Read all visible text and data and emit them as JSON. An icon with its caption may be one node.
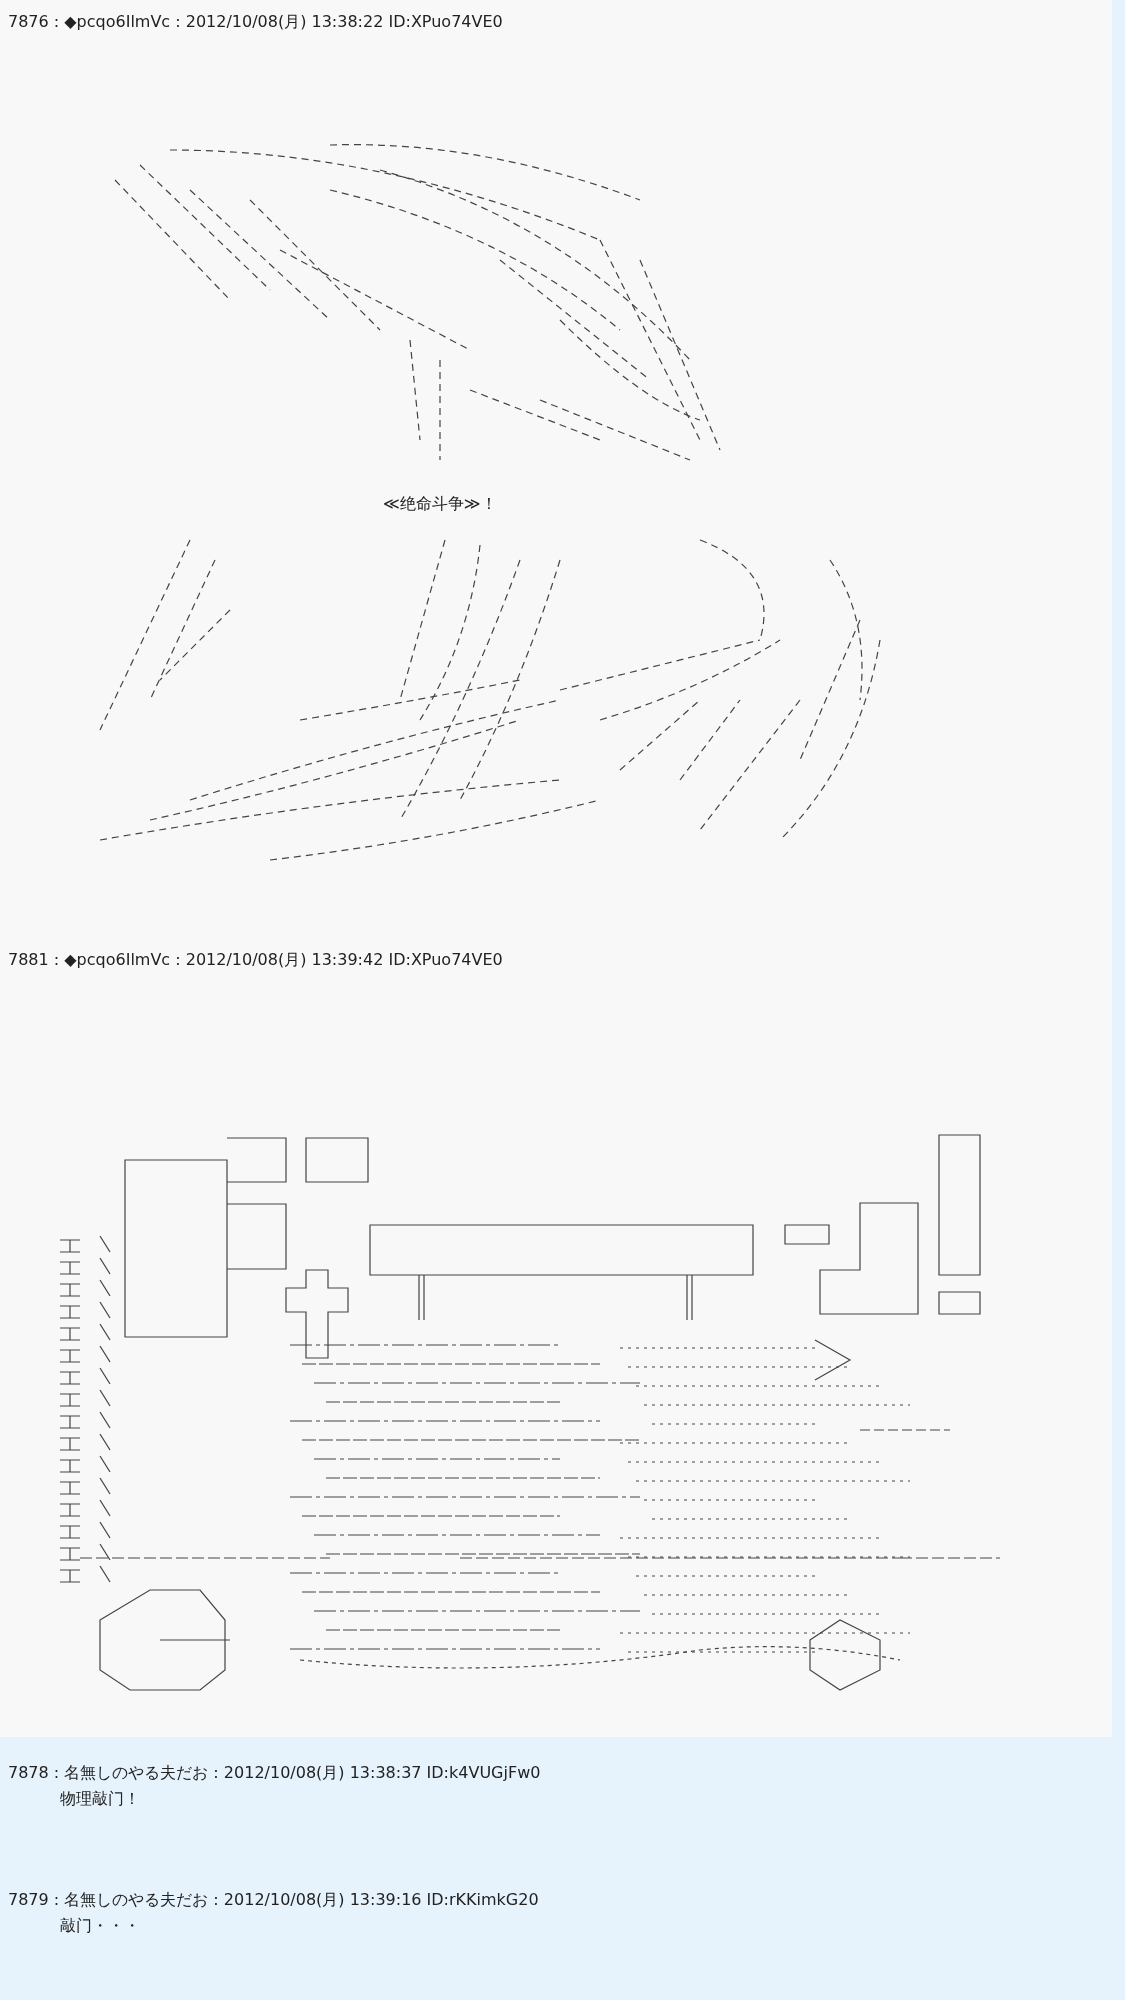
{
  "diagram": {
    "labels": [
      "7876 : ◆pcqo6IlmVc : 2012/10/08(月) 13:38:22 ID:XPuo74VE0",
      "≪绝命斗争≫！",
      "7881 : ◆pcqo6IlmVc : 2012/10/08(月) 13:39:42 ID:XPuo74VE0",
      "7878 : 名無しのやる夫だお : 2012/10/08(月) 13:38:37 ID:k4VUGjFw0",
      "物理敲门！",
      "7879 : 名無しのやる夫だお : 2012/10/08(月) 13:39:16 ID:rKKimkG20",
      "敲门・・・"
    ]
  }
}
